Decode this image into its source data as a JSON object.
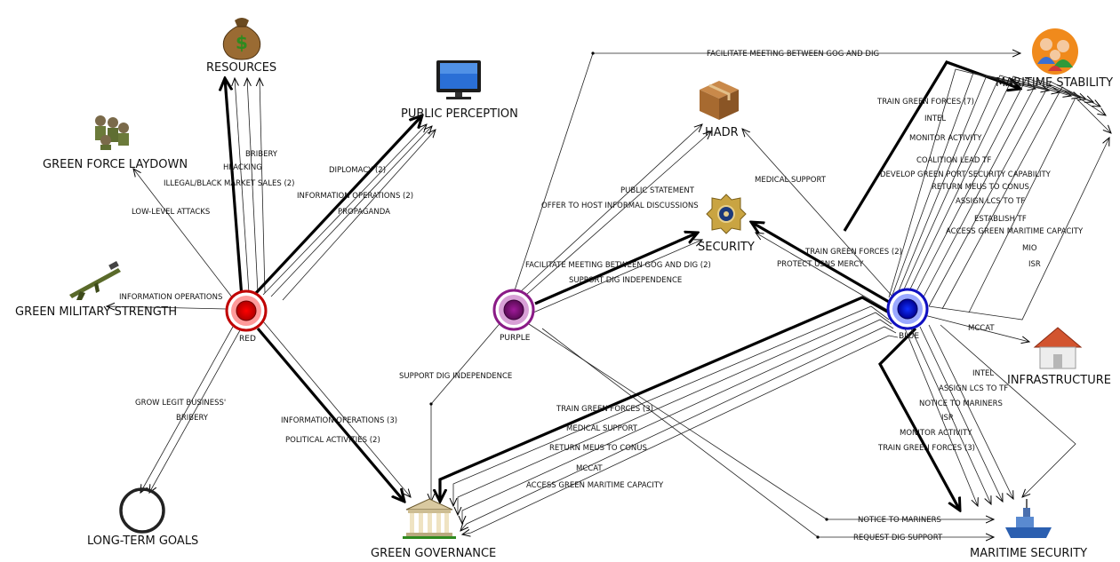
{
  "nodes": {
    "resources": "RESOURCES",
    "public_perception": "PUBLIC PERCEPTION",
    "green_force_laydown": "GREEN FORCE LAYDOWN",
    "green_military_strength": "GREEN MILITARY STRENGTH",
    "long_term_goals": "LONG-TERM GOALS",
    "green_governance": "GREEN GOVERNANCE",
    "hadr": "HADR",
    "security": "SECURITY",
    "maritime_stability": "MARITIME STABILITY",
    "infrastructure": "INFRASTRUCTURE",
    "maritime_security": "MARITIME SECURITY"
  },
  "actors": {
    "red": "RED",
    "purple": "PURPLE",
    "blue": "BLUE"
  },
  "colors": {
    "red": "#ff0000",
    "purple": "#a020a0",
    "blue": "#0000ff"
  },
  "edge_labels": {
    "facilitate_top": "FACILITATE MEETING BETWEEN GOG AND DIG",
    "bribery_res": "BRIBERY",
    "hijacking": "HIJACKING",
    "illegal_market": "ILLEGAL/BLACK MARKET SALES (2)",
    "low_level_attacks": "LOW-LEVEL ATTACKS",
    "diplomacy": "DIPLOMACY (2)",
    "info_ops_pp": "INFORMATION OPERATIONS (2)",
    "propaganda": "PROPAGANDA",
    "info_ops_gms": "INFORMATION OPERATIONS",
    "grow_legit": "GROW LEGIT BUSINESS'",
    "bribery_ltg": "BRIBERY",
    "info_ops_gg": "INFORMATION OPERATIONS (3)",
    "political_activities": "POLITICAL ACTIVITIES (2)",
    "public_statement": "PUBLIC STATEMENT",
    "offer_host": "OFFER TO HOST INFORMAL DISCUSSIONS",
    "facilitate_sec": "FACILITATE MEETING BETWEEN GOG AND DIG (2)",
    "support_dig_sec": "SUPPORT DIG INDEPENDENCE",
    "support_dig_gg": "SUPPORT DIG INDEPENDENCE",
    "medical_support_hadr": "MEDICAL SUPPORT",
    "train_green_sec": "TRAIN GREEN FORCES (2)",
    "protect_usns": "PROTECT USNS MERCY",
    "ms_train": "TRAIN GREEN FORCES (7)",
    "ms_intel": "INTEL",
    "ms_monitor": "MONITOR ACTIVITY",
    "ms_coalition": "COALITION LEAD TF",
    "ms_develop": "DEVELOP GREEN PORT SECURITY CAPABILITY",
    "ms_return": "RETURN MEUS TO CONUS",
    "ms_assign": "ASSIGN LCS TO TF",
    "ms_establish": "ESTABLISH TF",
    "ms_access": "ACCESS GREEN MARITIME CAPACITY",
    "ms_mio": "MIO",
    "ms_isr": "ISR",
    "mccat_infra": "MCCAT",
    "msec_intel": "INTEL",
    "msec_assign": "ASSIGN LCS TO TF",
    "msec_notice": "NOTICE TO MARINERS",
    "msec_isr": "ISR",
    "msec_monitor": "MONITOR ACTIVITY",
    "msec_train": "TRAIN GREEN FORCES (3)",
    "gg_train": "TRAIN GREEN FORCES (3)",
    "gg_medical": "MEDICAL SUPPORT",
    "gg_return": "RETURN MEUS TO CONUS",
    "gg_mccat": "MCCAT",
    "gg_access": "ACCESS GREEN MARITIME CAPACITY",
    "notice_bottom": "NOTICE TO MARINERS",
    "request_dig": "REQUEST DIG SUPPORT"
  },
  "icons": {
    "resources": "money-bag-icon",
    "public_perception": "computer-monitor-icon",
    "green_force_laydown": "soldiers-icon",
    "green_military_strength": "rifle-icon",
    "long_term_goals": "circle-goal-icon",
    "green_governance": "government-building-icon",
    "hadr": "cardboard-box-icon",
    "security": "police-badge-icon",
    "maritime_stability": "people-group-icon",
    "infrastructure": "house-icon",
    "maritime_security": "ship-icon"
  }
}
